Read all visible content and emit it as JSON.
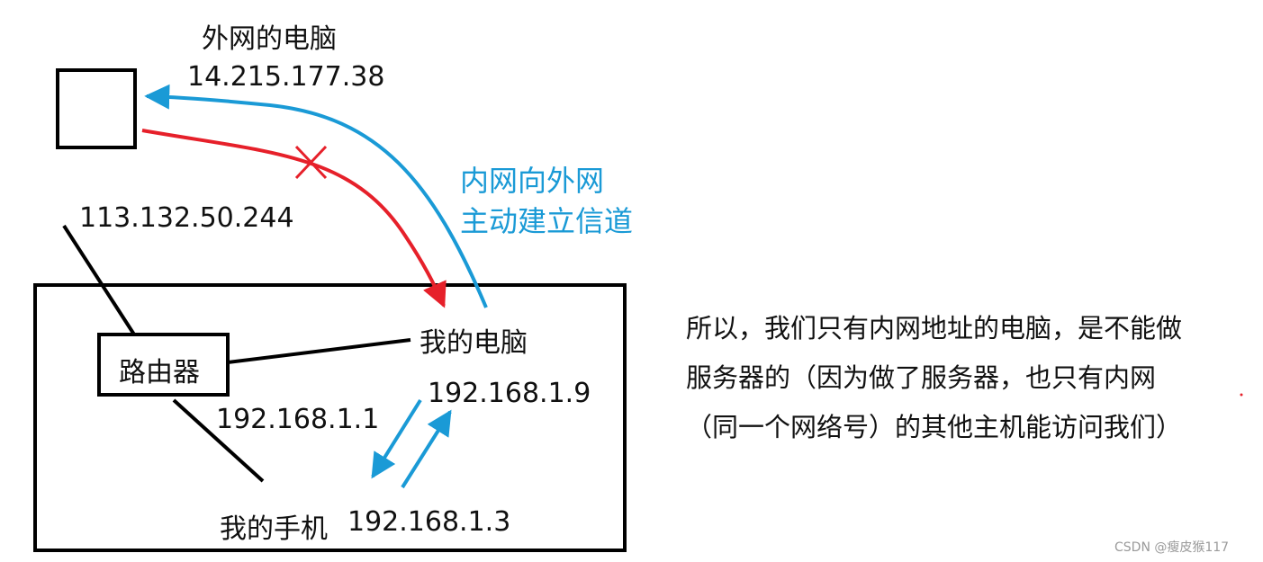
{
  "external_pc": {
    "title": "外网的电脑",
    "ip": "14.215.177.38"
  },
  "router": {
    "label": "路由器",
    "wan_ip": "113.132.50.244",
    "lan_ip": "192.168.1.1"
  },
  "my_pc": {
    "label": "我的电脑",
    "ip": "192.168.1.9"
  },
  "my_phone": {
    "label": "我的手机",
    "ip": "192.168.1.3"
  },
  "tunnel_note": {
    "line1": "内网向外网",
    "line2": "主动建立信道"
  },
  "explanation": {
    "line1": "所以，我们只有内网地址的电脑，是不能做",
    "line2": "服务器的（因为做了服务器，也只有内网",
    "line3": "（同一个网络号）的其他主机能访问我们）"
  },
  "watermark": "CSDN @瘦皮猴117",
  "colors": {
    "blue": "#1a9ad6",
    "red": "#e6202a",
    "black": "#000000"
  }
}
